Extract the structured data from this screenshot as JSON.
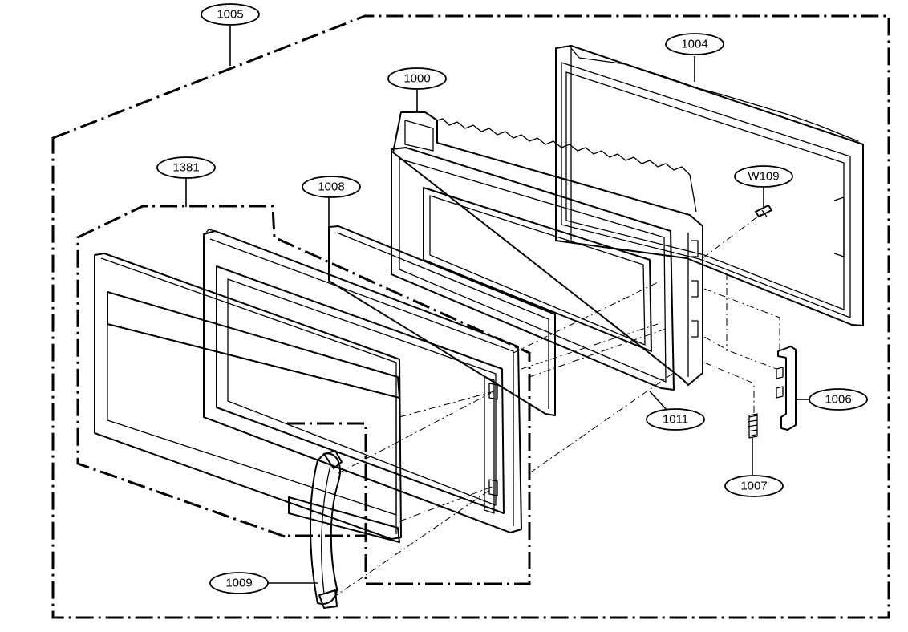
{
  "callouts": {
    "c1005": "1005",
    "c1004": "1004",
    "c1000": "1000",
    "c1381": "1381",
    "c1008": "1008",
    "cW109": "W109",
    "c1006": "1006",
    "c1011": "1011",
    "c1007": "1007",
    "c1009": "1009"
  }
}
